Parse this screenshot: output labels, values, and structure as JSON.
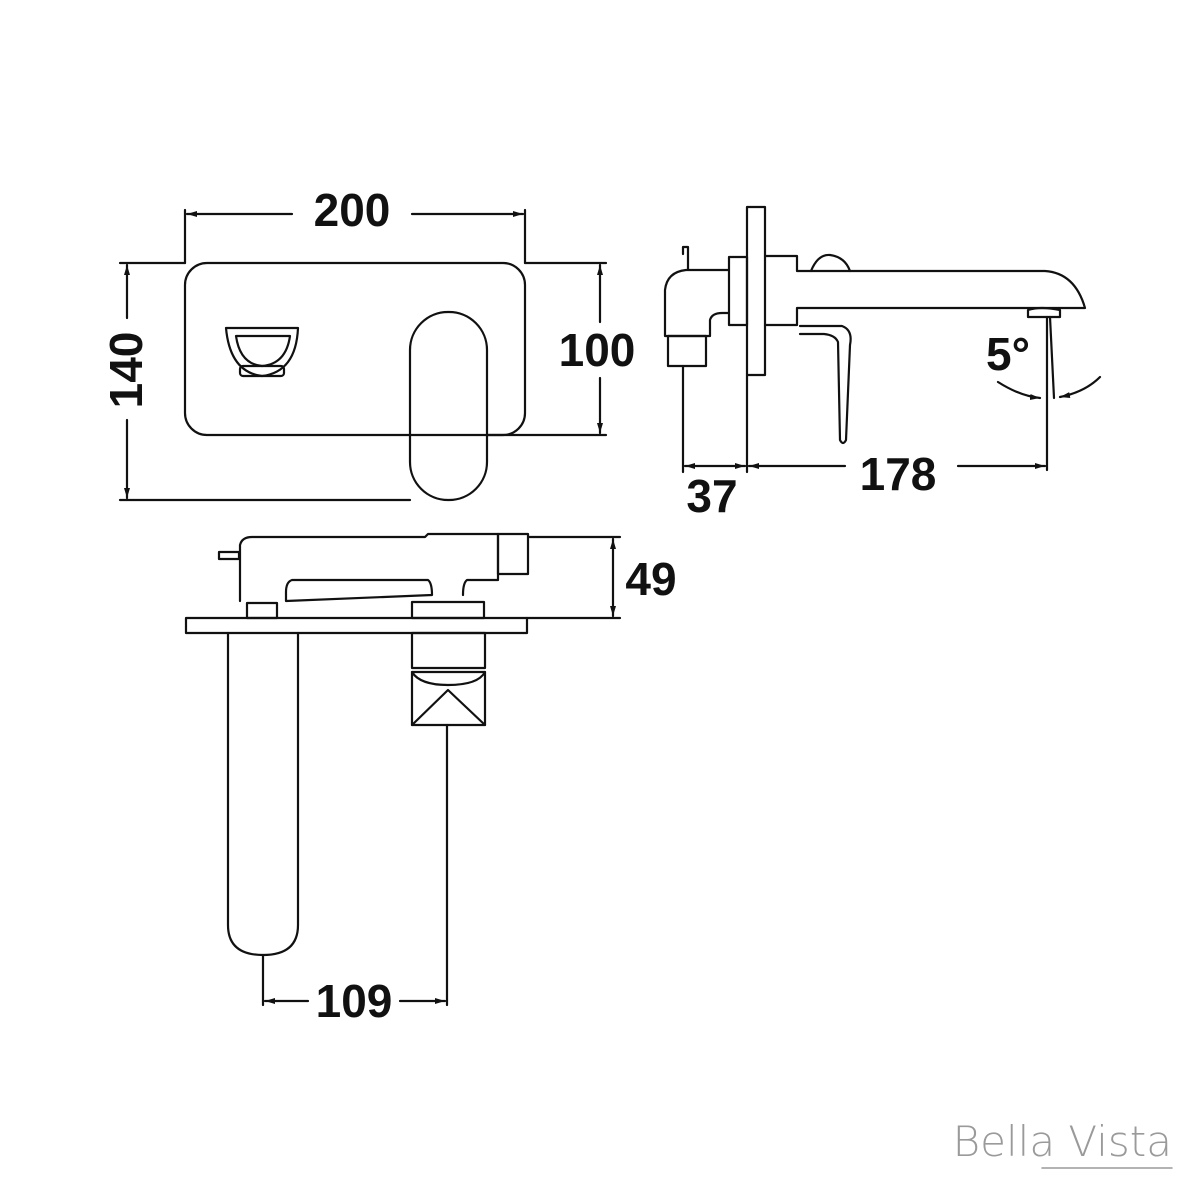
{
  "dimensions": {
    "width": "200",
    "height_total": "140",
    "height_plate": "100",
    "plate_depth": "37",
    "spout_reach": "178",
    "spout_angle": "5°",
    "body_depth": "49",
    "spout_offset": "109"
  },
  "logo": {
    "text": "Bella Vista"
  },
  "colors": {
    "line": "#111111",
    "logo": "#9a9a9a"
  }
}
